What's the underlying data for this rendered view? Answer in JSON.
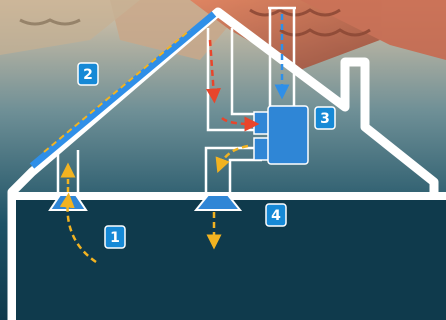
{
  "badges": [
    {
      "number": "1"
    },
    {
      "number": "2"
    },
    {
      "number": "3"
    },
    {
      "number": "4"
    }
  ],
  "colors": {
    "background": "#0f3a4c",
    "house_outline": "#ffffff",
    "solar_panel": "#2f8fe8",
    "ventilation_unit": "#2f86d6",
    "badge_fill": "#1689d6",
    "hot_air": "#e8452b",
    "fresh_air": "#f2b321",
    "outside_air": "#2f8fe8",
    "roof_tiles": "#c9654a"
  },
  "icons": {
    "solar_collector": "solar-panel-icon",
    "ventilation_unit": "fan-unit-icon",
    "ceiling_diffusers": "vent-diffuser-icon"
  }
}
